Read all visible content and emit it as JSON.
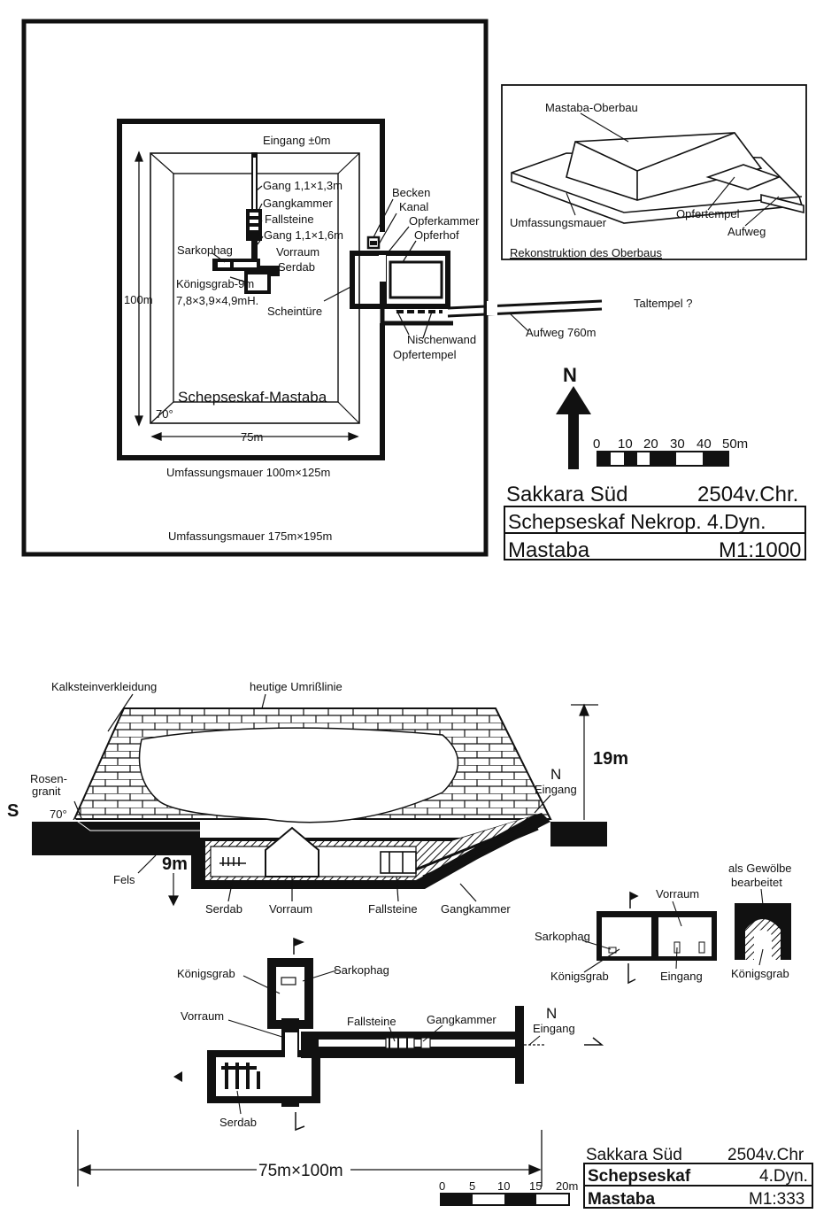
{
  "plan_top": {
    "entrance": "Eingang ±0m",
    "gang1": "Gang 1,1×1,3m",
    "gangkammer": "Gangkammer",
    "fallsteine": "Fallsteine",
    "gang2": "Gang 1,1×1,6m",
    "vorraum": "Vorraum",
    "sarkophag": "Sarkophag",
    "serdab": "Serdab",
    "koenigsgrab": "Königsgrab-9m",
    "koenigsgrab_dims": "7,8×3,9×4,9mH.",
    "scheintuere": "Scheintüre",
    "height_100m": "100m",
    "angle": "70°",
    "width_75m": "75m",
    "mastaba_name": "Schepseskaf-Mastaba",
    "inner_wall": "Umfassungsmauer 100m×125m",
    "outer_wall": "Umfassungsmauer 175m×195m",
    "becken": "Becken",
    "kanal": "Kanal",
    "opferkammer": "Opferkammer",
    "opferhof": "Opferhof",
    "nischenwand": "Nischenwand",
    "opfertempel": "Opfertempel",
    "aufweg": "Aufweg 760m",
    "taltempel": "Taltempel ?"
  },
  "recon": {
    "oberbau": "Mastaba-Oberbau",
    "umfassungsmauer": "Umfassungsmauer",
    "opfertempel": "Opfertempel",
    "aufweg": "Aufweg",
    "caption": "Rekonstruktion des Oberbaus"
  },
  "scale_top": {
    "north": "N",
    "ticks": [
      "0",
      "10",
      "20",
      "30",
      "40",
      "50m"
    ]
  },
  "title_top": {
    "site": "Sakkara Süd",
    "date": "2504v.Chr.",
    "name": "Schepseskaf Nekrop. 4.Dyn.",
    "type": "Mastaba",
    "scale": "M1:1000"
  },
  "section": {
    "kalkstein": "Kalksteinverkleidung",
    "umriss": "heutige Umrißlinie",
    "height": "19m",
    "s": "S",
    "n": "N",
    "rosen": "Rosen-",
    "granit": "granit",
    "angle": "70°",
    "eingang": "Eingang",
    "depth": "9m",
    "fels": "Fels",
    "serdab": "Serdab",
    "vorraum": "Vorraum",
    "fallsteine": "Fallsteine",
    "gangkammer": "Gangkammer"
  },
  "cross": {
    "gewoelbe1": "als Gewölbe",
    "gewoelbe2": "bearbeitet",
    "vorraum": "Vorraum",
    "sarkophag": "Sarkophag",
    "koenigsgrab": "Königsgrab",
    "eingang": "Eingang",
    "koenigsgrab2": "Königsgrab"
  },
  "plan_bottom": {
    "koenigsgrab": "Königsgrab",
    "sarkophag": "Sarkophag",
    "vorraum": "Vorraum",
    "fallsteine": "Fallsteine",
    "gangkammer": "Gangkammer",
    "n": "N",
    "eingang": "Eingang",
    "serdab": "Serdab",
    "dims": "75m×100m"
  },
  "scale_bottom": {
    "ticks": [
      "0",
      "5",
      "10",
      "15",
      "20m"
    ]
  },
  "title_bottom": {
    "site": "Sakkara Süd",
    "date": "2504v.Chr",
    "name": "Schepseskaf",
    "dyn": "4.Dyn.",
    "type": "Mastaba",
    "scale": "M1:333"
  }
}
